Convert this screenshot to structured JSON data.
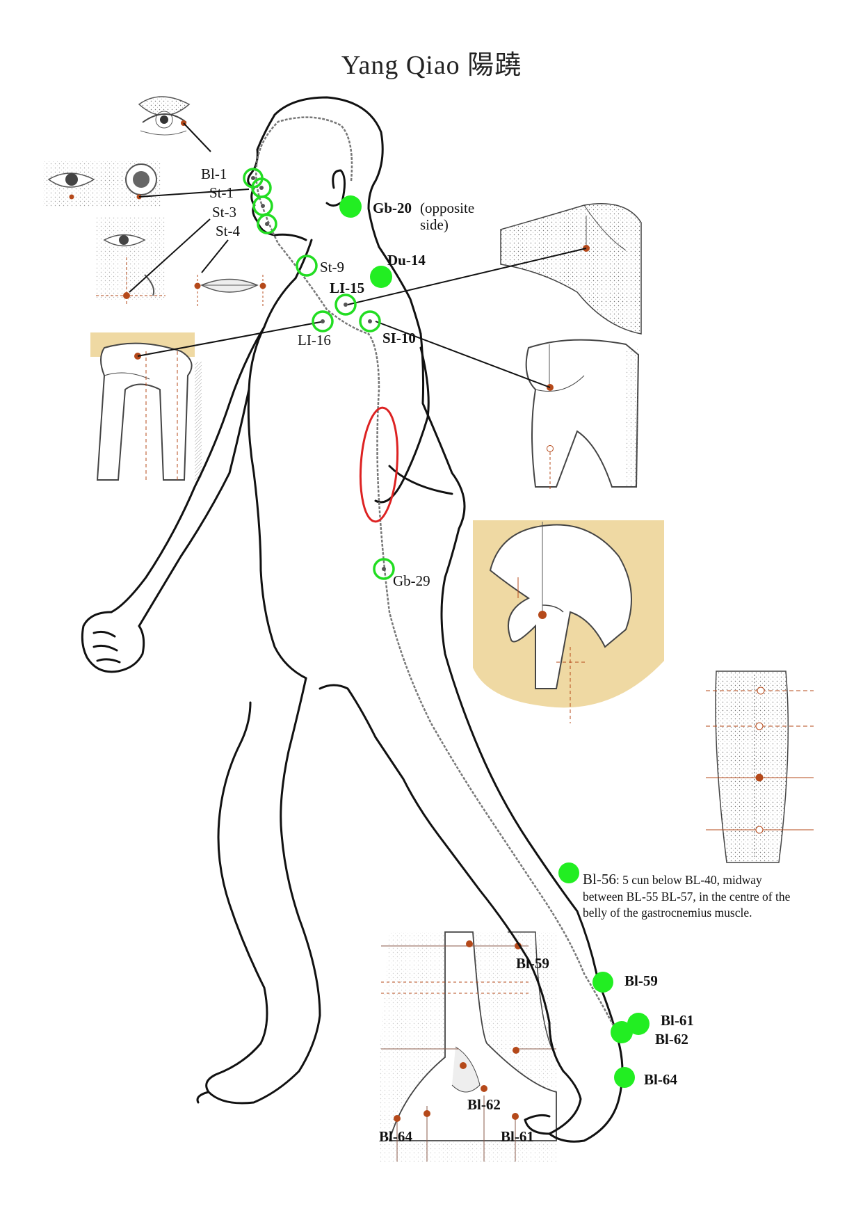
{
  "title": "Yang Qiao 陽蹺",
  "colors": {
    "point_fill": "#22ee22",
    "point_ring": "#22dd22",
    "highlight_oval": "#dd2222",
    "detail_point": "#b5491a",
    "skin_tan": "#efd9a3"
  },
  "points": {
    "bl1": "Bl-1",
    "st1": "St-1",
    "st3": "St-3",
    "st4": "St-4",
    "gb20": "Gb-20",
    "gb20_note": "(opposite side)",
    "st9": "St-9",
    "du14": "Du-14",
    "li15": "LI-15",
    "li16": "LI-16",
    "si10": "SI-10",
    "gb29": "Gb-29",
    "bl59": "Bl-59",
    "bl61": "Bl-61",
    "bl62": "Bl-62",
    "bl64": "Bl-64"
  },
  "bl56_note": {
    "code": "Bl-56",
    "text": ": 5 cun below BL-40, midway between BL-55 BL-57, in the centre of the belly of the gastrocnemius muscle."
  },
  "ankle_detail": {
    "bl59": "Bl-59",
    "bl62": "Bl-62",
    "bl64": "Bl-64",
    "bl61": "Bl-61"
  },
  "illustrations": [
    "eye-detail",
    "skull-eye-detail",
    "eye-nose-detail",
    "mouth-detail",
    "neck-shoulder-detail",
    "shoulder-bone-left",
    "shoulder-bone-right",
    "hip-bone-detail",
    "calf-detail",
    "ankle-detail",
    "walking-figure"
  ]
}
